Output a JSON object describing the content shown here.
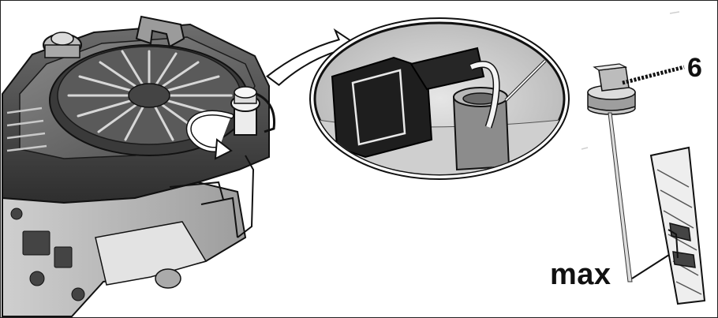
{
  "callout": {
    "number": "6"
  },
  "dipstick": {
    "level_label": "max"
  },
  "icons": [
    "engine-illustration",
    "fill-cap-rotate-arrow",
    "magnifier-callout",
    "dipstick-cap",
    "dipstick-rod",
    "dipstick-tip-closeup"
  ],
  "colors": {
    "line": "#111111",
    "fill_light": "#d9d9d9",
    "fill_mid": "#9a9a9a",
    "fill_dark": "#2b2b2b",
    "background": "#ffffff"
  }
}
